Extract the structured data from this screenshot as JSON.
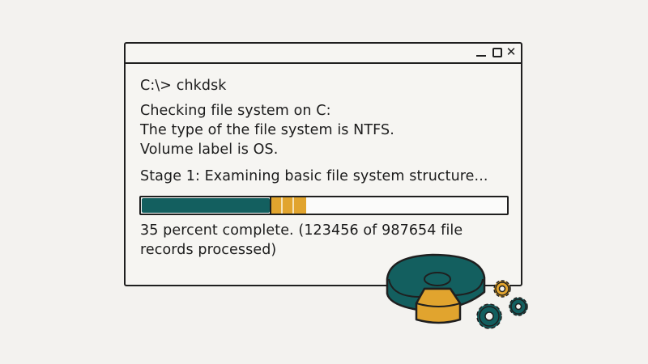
{
  "window": {
    "controls": {
      "minimize": "_",
      "maximize": "□",
      "close": "✕"
    }
  },
  "terminal": {
    "prompt_line": "C:\\> chkdsk",
    "lines": [
      "Checking file system on C:",
      "The type of the file system is NTFS.",
      "Volume label is OS."
    ],
    "stage": "Stage 1: Examining basic file system structure...",
    "progress": {
      "percent": 35,
      "colors": {
        "done": "#135f5f",
        "active": "#e1a42e"
      }
    },
    "status_line_1": "35 percent complete. (123456 of 987654 file",
    "status_line_2": "records processed)"
  },
  "illustration": {
    "icons": [
      "disk-pie-icon",
      "gears-icon"
    ]
  }
}
